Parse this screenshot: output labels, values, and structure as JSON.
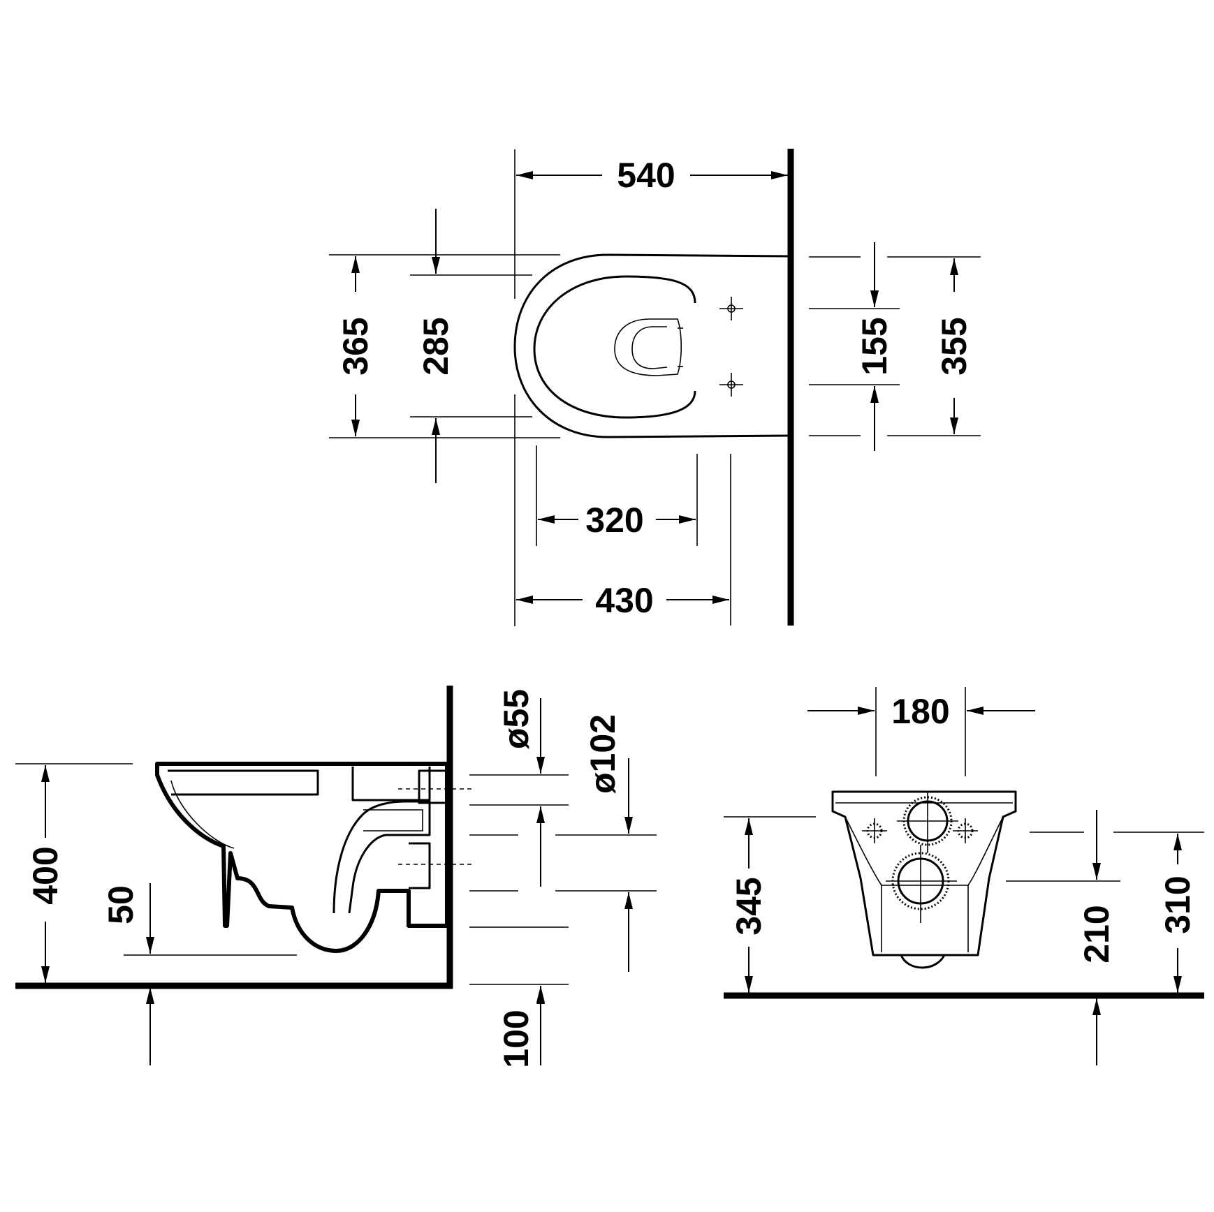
{
  "top_view": {
    "overall_depth": "540",
    "outer_width": "365",
    "inner_width": "285",
    "fixing_holes_spacing": "155",
    "bowl_width": "355",
    "seat_length": "320",
    "fixing_hole_depth": "430"
  },
  "side_view": {
    "height_400": "400",
    "height_50": "50",
    "inlet_diameter": "ø55",
    "outlet_diameter": "ø102",
    "height_100": "100"
  },
  "front_view": {
    "width_180": "180",
    "height_345": "345",
    "height_210": "210",
    "height_310": "310"
  }
}
